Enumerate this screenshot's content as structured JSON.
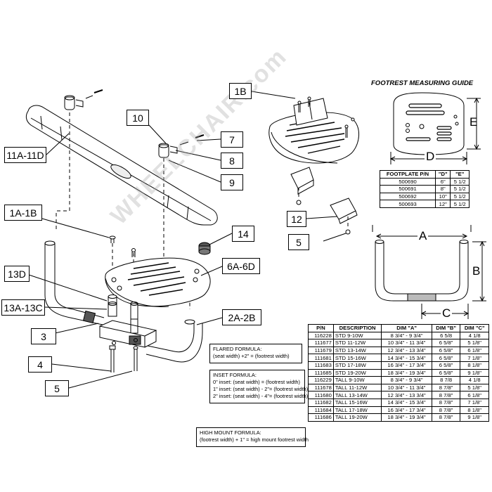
{
  "callouts": {
    "c_11a_11d": "11A-11D",
    "c_10": "10",
    "c_7": "7",
    "c_8": "8",
    "c_9": "9",
    "c_1b": "1B",
    "c_1a_1b": "1A-1B",
    "c_14": "14",
    "c_6a_6d": "6A-6D",
    "c_13d": "13D",
    "c_13a_13c": "13A-13C",
    "c_2a_2b": "2A-2B",
    "c_3": "3",
    "c_4": "4",
    "c_5a": "5",
    "c_12": "12",
    "c_5b": "5"
  },
  "guide": {
    "title": "FOOTREST MEASURING GUIDE",
    "dim_e": "E",
    "dim_d": "D",
    "dim_a": "A",
    "dim_b": "B",
    "dim_c": "C"
  },
  "footplate_table": {
    "headers": [
      "FOOTPLATE P/N",
      "\"D\"",
      "\"E\""
    ],
    "rows": [
      [
        "500690",
        "6\"",
        "5 1/2"
      ],
      [
        "500691",
        "8\"",
        "5 1/2"
      ],
      [
        "500692",
        "10\"",
        "5 1/2"
      ],
      [
        "500693",
        "12\"",
        "5 1/2"
      ]
    ]
  },
  "formulas": {
    "flared": [
      "FLARED FORMULA:",
      "(seat width) +2\"  = (footrest width)"
    ],
    "inset": [
      "INSET FORMULA:",
      "0\" inset: (seat width)       = (footrest width)",
      "1\" inset: (seat width) - 2\"= (footrest width)",
      "2\" inset: (seat width) - 4\"= (footrest width)"
    ],
    "high_mount": [
      "HIGH MOUNT FORMULA:",
      "(footrest width) + 1\" = high mount footrest width"
    ]
  },
  "parts_table": {
    "headers": [
      "P/N",
      "DESCRIPTION",
      "DIM \"A\"",
      "DIM \"B\"",
      "DIM \"C\""
    ],
    "rows": [
      [
        "116228",
        "STD 9-10W",
        "8 3/4\" - 9 3/4\"",
        "6 5/8",
        "4 1/8"
      ],
      [
        "111677",
        "STD 11-12W",
        "10 3/4\" - 11 3/4\"",
        "6 5/8\"",
        "5 1/8\""
      ],
      [
        "111679",
        "STD 13-14W",
        "12 3/4\" - 13 3/4\"",
        "6 5/8\"",
        "6 1/8\""
      ],
      [
        "111681",
        "STD 15-16W",
        "14 3/4\" - 15 3/4\"",
        "6 5/8\"",
        "7 1/8\""
      ],
      [
        "111683",
        "STD 17-18W",
        "16 3/4\" - 17 3/4\"",
        "6 5/8\"",
        "8 1/8\""
      ],
      [
        "111685",
        "STD 19-20W",
        "18 3/4\" - 19 3/4\"",
        "6 5/8\"",
        "9 1/8\""
      ],
      [
        "116229",
        "TALL 9-10W",
        "8 3/4\" - 9 3/4\"",
        "8 7/8",
        "4 1/8"
      ],
      [
        "111678",
        "TALL 11-12W",
        "10 3/4\" - 11 3/4\"",
        "8 7/8\"",
        "5 1/8\""
      ],
      [
        "111680",
        "TALL 13-14W",
        "12 3/4\" - 13 3/4\"",
        "8 7/8\"",
        "6 1/8\""
      ],
      [
        "111682",
        "TALL 15-16W",
        "14 3/4\" - 15 3/4\"",
        "8 7/8\"",
        "7 1/8\""
      ],
      [
        "111684",
        "TALL 17-18W",
        "16 3/4\" - 17 3/4\"",
        "8 7/8\"",
        "8 1/8\""
      ],
      [
        "111686",
        "TALL 19-20W",
        "18 3/4\" - 19 3/4\"",
        "8 7/8\"",
        "9 1/8\""
      ]
    ]
  },
  "watermark": "WHEELCHAIR.com"
}
